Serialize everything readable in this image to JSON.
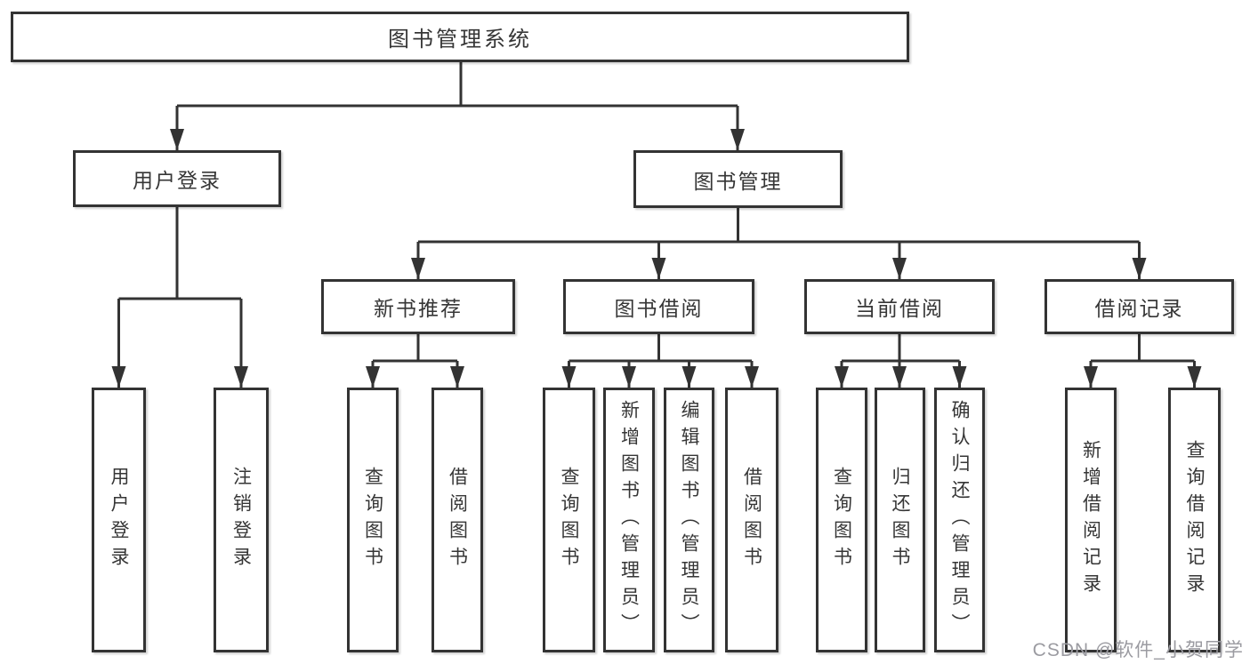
{
  "diagram": {
    "type": "tree",
    "root": {
      "label": "图书管理系统"
    },
    "level2": [
      {
        "label": "用户登录"
      },
      {
        "label": "图书管理"
      }
    ],
    "level3": [
      {
        "label": "新书推荐",
        "parent": "图书管理"
      },
      {
        "label": "图书借阅",
        "parent": "图书管理"
      },
      {
        "label": "当前借阅",
        "parent": "图书管理"
      },
      {
        "label": "借阅记录",
        "parent": "图书管理"
      }
    ],
    "leaves": [
      {
        "label": "用户登录",
        "parent": "用户登录"
      },
      {
        "label": "注销登录",
        "parent": "用户登录"
      },
      {
        "label": "查询图书",
        "parent": "新书推荐"
      },
      {
        "label": "借阅图书",
        "parent": "新书推荐"
      },
      {
        "label": "查询图书",
        "parent": "图书借阅"
      },
      {
        "label": "新增图书（管理员）",
        "parent": "图书借阅"
      },
      {
        "label": "编辑图书（管理员）",
        "parent": "图书借阅"
      },
      {
        "label": "借阅图书",
        "parent": "图书借阅"
      },
      {
        "label": "查询图书",
        "parent": "当前借阅"
      },
      {
        "label": "归还图书",
        "parent": "当前借阅"
      },
      {
        "label": "确认归还（管理员）",
        "parent": "当前借阅"
      },
      {
        "label": "新增借阅记录",
        "parent": "借阅记录"
      },
      {
        "label": "查询借阅记录",
        "parent": "借阅记录"
      }
    ],
    "colors": {
      "line": "#333333",
      "box_border": "#333333",
      "box_background": "#ffffff",
      "text": "#363636",
      "watermark": "#9b9ba1",
      "background": "#ffffff"
    }
  },
  "watermark": {
    "text": "CSDN @软件_小贺同学"
  }
}
